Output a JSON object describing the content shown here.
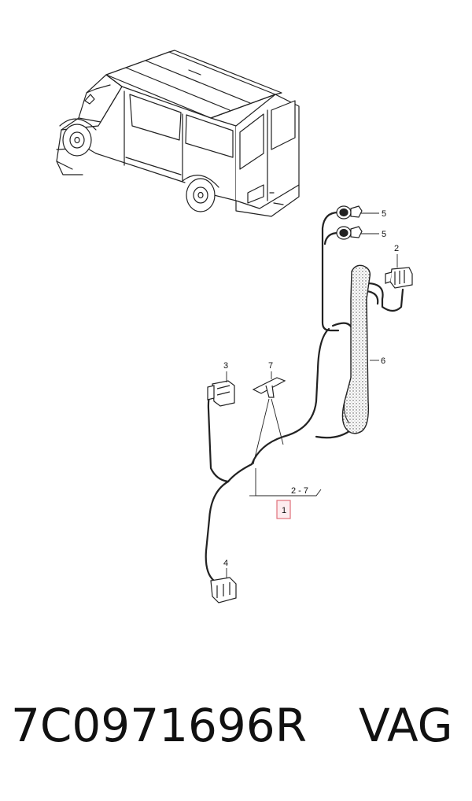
{
  "diagram": {
    "callouts": {
      "c1": "1",
      "c2": "2",
      "c3": "3",
      "c4": "4",
      "c5a": "5",
      "c5b": "5",
      "c6": "6",
      "c7": "7",
      "c27": "2 - 7"
    },
    "highlight_color": "#e0707a"
  },
  "footer": {
    "part_number": "7C0971696R",
    "brand": "VAG"
  }
}
